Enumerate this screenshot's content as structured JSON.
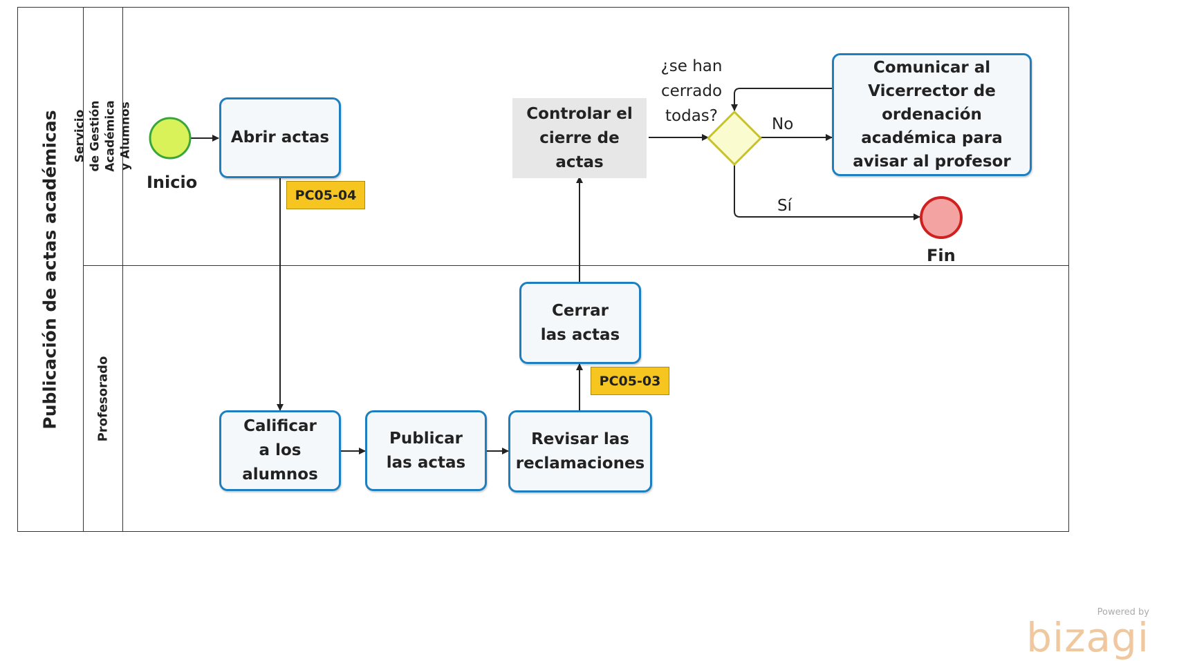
{
  "pool": {
    "title": "Publicación de actas académicas"
  },
  "lanes": {
    "top": "Servicio de Gestión Académica y Alumnos",
    "bottom": "Profesorado"
  },
  "events": {
    "start": "Inicio",
    "end": "Fin"
  },
  "tasks": {
    "abrir": "Abrir actas",
    "controlar": "Controlar el cierre de actas",
    "comunicar": "Comunicar al Vicerrector de ordenación académica para avisar al profesor",
    "calificar": "Calificar a los alumnos",
    "publicar": "Publicar las actas",
    "revisar": "Revisar las reclamaciones",
    "cerrar": "Cerrar las actas"
  },
  "tags": {
    "pc0504": "PC05-04",
    "pc0503": "PC05-03"
  },
  "gateway": {
    "question": "¿se han cerrado todas?",
    "no": "No",
    "yes": "Sí"
  },
  "branding": {
    "powered": "Powered by",
    "logo": "bizagi"
  },
  "colors": {
    "task_border": "#1e7fc0",
    "start_fill": "#d9f25a",
    "end_fill": "#f4a3a3",
    "gateway_fill": "#fbfbd0",
    "tag_fill": "#f6c51f"
  }
}
